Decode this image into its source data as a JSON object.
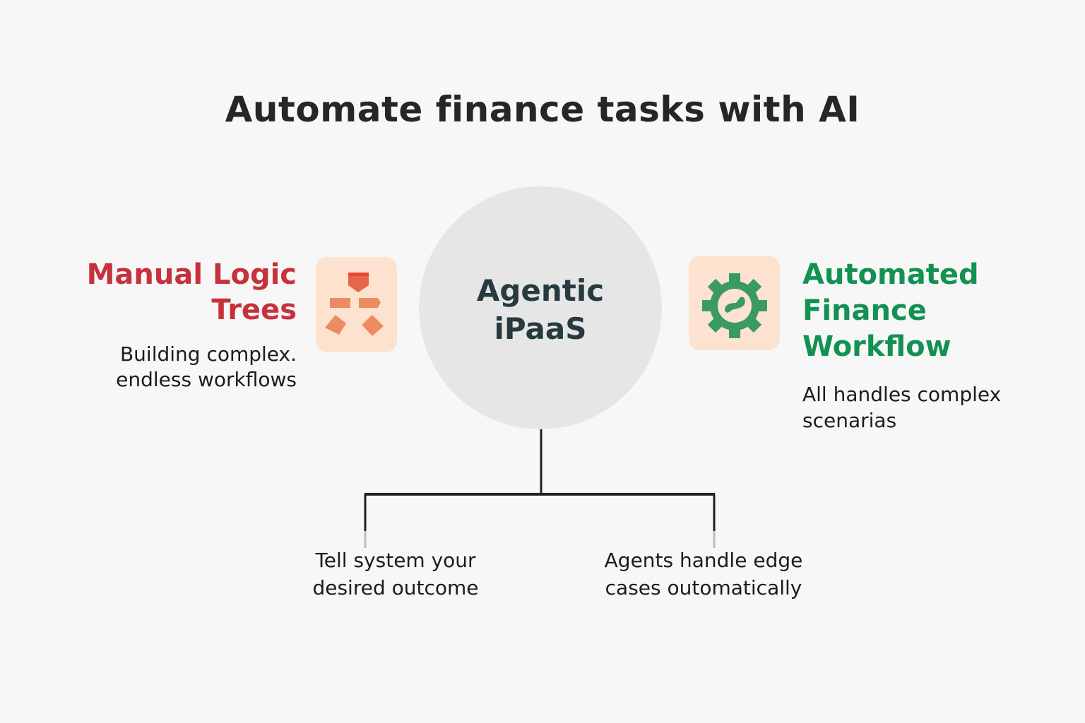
{
  "title": "Automate finance tasks with AI",
  "left": {
    "heading": "Manual Logic\nTrees",
    "description": "Building complex.\nendless workflows",
    "icon": "flowchart-icon",
    "color": "#c7313c"
  },
  "hub": {
    "label": "Agentic\niPaaS",
    "color": "#263a40"
  },
  "right": {
    "heading": "Automated\nFinance\nWorkflow",
    "description": "All handles complex\nscenarias",
    "icon": "gear-icon",
    "color": "#139152"
  },
  "branches": [
    {
      "text": "Tell system your\ndesired outcome"
    },
    {
      "text": "Agents handle edge\ncases outomatically"
    }
  ],
  "colors": {
    "background": "#f7f7f7",
    "tile": "#fde3cf",
    "flowchart": "#ea8660",
    "gear": "#3a9a63",
    "hub_fill": "#e6e6e6",
    "line": "#1f1f1f"
  }
}
